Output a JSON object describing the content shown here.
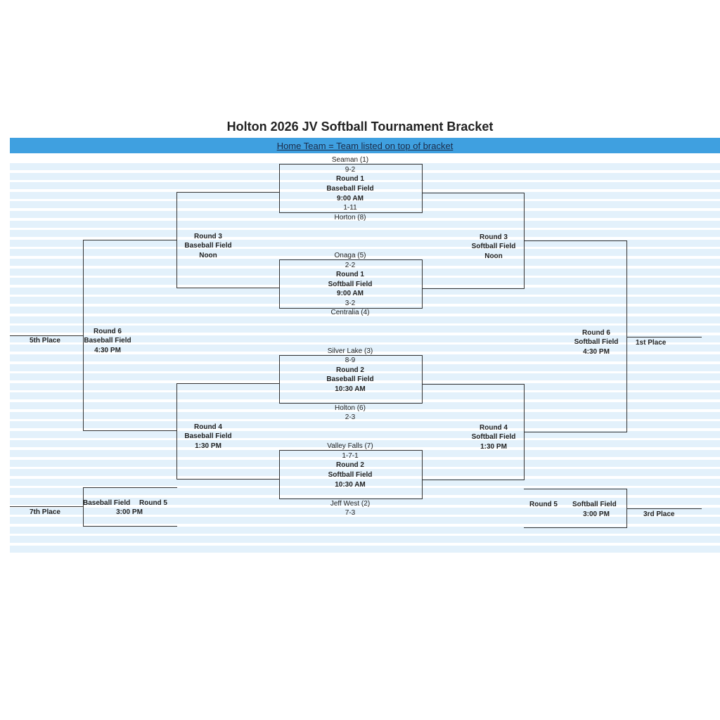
{
  "title": "Holton 2026 JV Softball Tournament Bracket",
  "banner": "Home Team = Team listed on top of bracket",
  "colors": {
    "banner": "#3fa0e0",
    "stripe": "#e3f1fb",
    "line": "#333333"
  },
  "games": {
    "g1": {
      "top_team": "Seaman (1)",
      "top_score": "9-2",
      "round": "Round 1",
      "field": "Baseball Field",
      "time": "9:00 AM",
      "bottom_score": "1-11",
      "bottom_team": "Horton (8)"
    },
    "g2": {
      "top_team": "Onaga (5)",
      "top_score": "2-2",
      "round": "Round 1",
      "field": "Softball Field",
      "time": "9:00 AM",
      "bottom_score": "3-2",
      "bottom_team": "Centralia (4)"
    },
    "g3": {
      "top_team": "Silver Lake (3)",
      "top_score": "8-9",
      "round": "Round 2",
      "field": "Baseball Field",
      "time": "10:30 AM",
      "bottom_team": "Holton (6)",
      "bottom_score": "2-3"
    },
    "g4": {
      "top_team": "Valley Falls (7)",
      "top_score": "1-7-1",
      "round": "Round 2",
      "field": "Softball Field",
      "time": "10:30 AM",
      "bottom_team": "Jeff West (2)",
      "bottom_score": "7-3"
    }
  },
  "r3_left": {
    "round": "Round 3",
    "field": "Baseball Field",
    "time": "Noon"
  },
  "r3_right": {
    "round": "Round 3",
    "field": "Softball Field",
    "time": "Noon"
  },
  "r4_left": {
    "round": "Round 4",
    "field": "Baseball Field",
    "time": "1:30 PM"
  },
  "r4_right": {
    "round": "Round 4",
    "field": "Softball Field",
    "time": "1:30 PM"
  },
  "r6_left": {
    "round": "Round 6",
    "field": "Baseball Field",
    "time": "4:30 PM",
    "place": "5th Place"
  },
  "r6_right": {
    "round": "Round 6",
    "field": "Softball Field",
    "time": "4:30 PM",
    "place": "1st Place"
  },
  "r5_left": {
    "field": "Baseball Field",
    "round": "Round 5",
    "time": "3:00 PM",
    "place": "7th Place"
  },
  "r5_right": {
    "round": "Round 5",
    "field": "Softball Field",
    "time": "3:00 PM",
    "place": "3rd Place"
  }
}
